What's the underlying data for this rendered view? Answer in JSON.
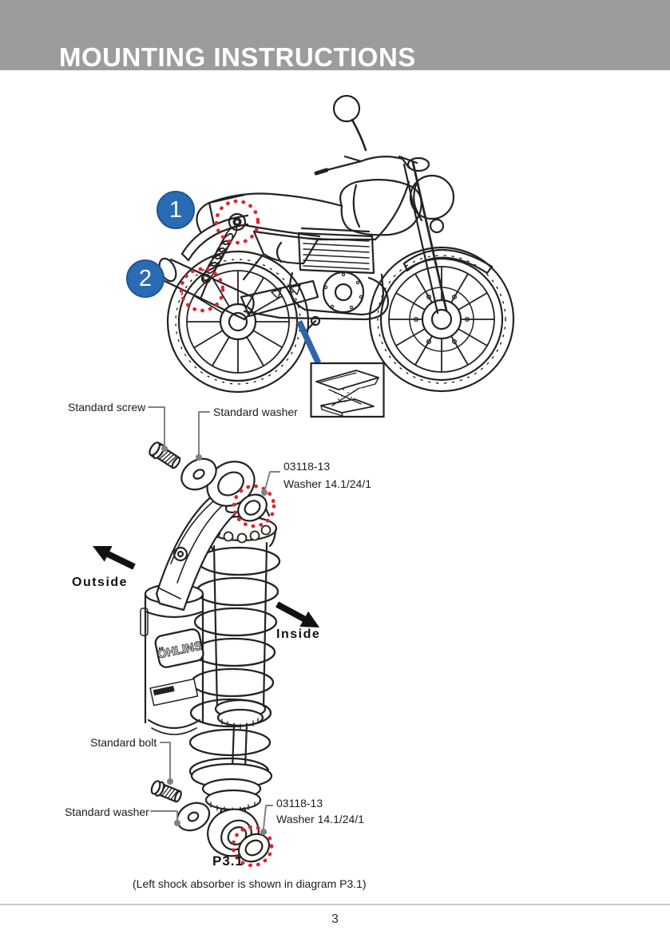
{
  "header": {
    "title": "MOUNTING INSTRUCTIONS"
  },
  "callouts": [
    {
      "number": "1",
      "meaning": "upper shock mount location"
    },
    {
      "number": "2",
      "meaning": "lower shock mount location"
    }
  ],
  "diagram_labels": {
    "standard_screw": "Standard screw",
    "standard_washer_top": "Standard washer",
    "part_washer_top_line1": "03118-13",
    "part_washer_top_line2": "Washer 14.1/24/1",
    "outside": "Outside",
    "inside": "Inside",
    "standard_bolt": "Standard bolt",
    "standard_washer_bottom": "Standard washer",
    "part_washer_bottom_line1": "03118-13",
    "part_washer_bottom_line2": "Washer 14.1/24/1",
    "diagram_ref": "P3.1",
    "shock_brand": "ÖHLINS"
  },
  "caption": "(Left shock absorber is shown in diagram P3.1)",
  "footer": {
    "page_number": "3"
  },
  "colors": {
    "header_bg": "#9b9c9e",
    "callout_blue": "#2a6cb4",
    "highlight_red": "#e02330",
    "line_dark": "#26221f",
    "leader_gray": "#808285"
  }
}
